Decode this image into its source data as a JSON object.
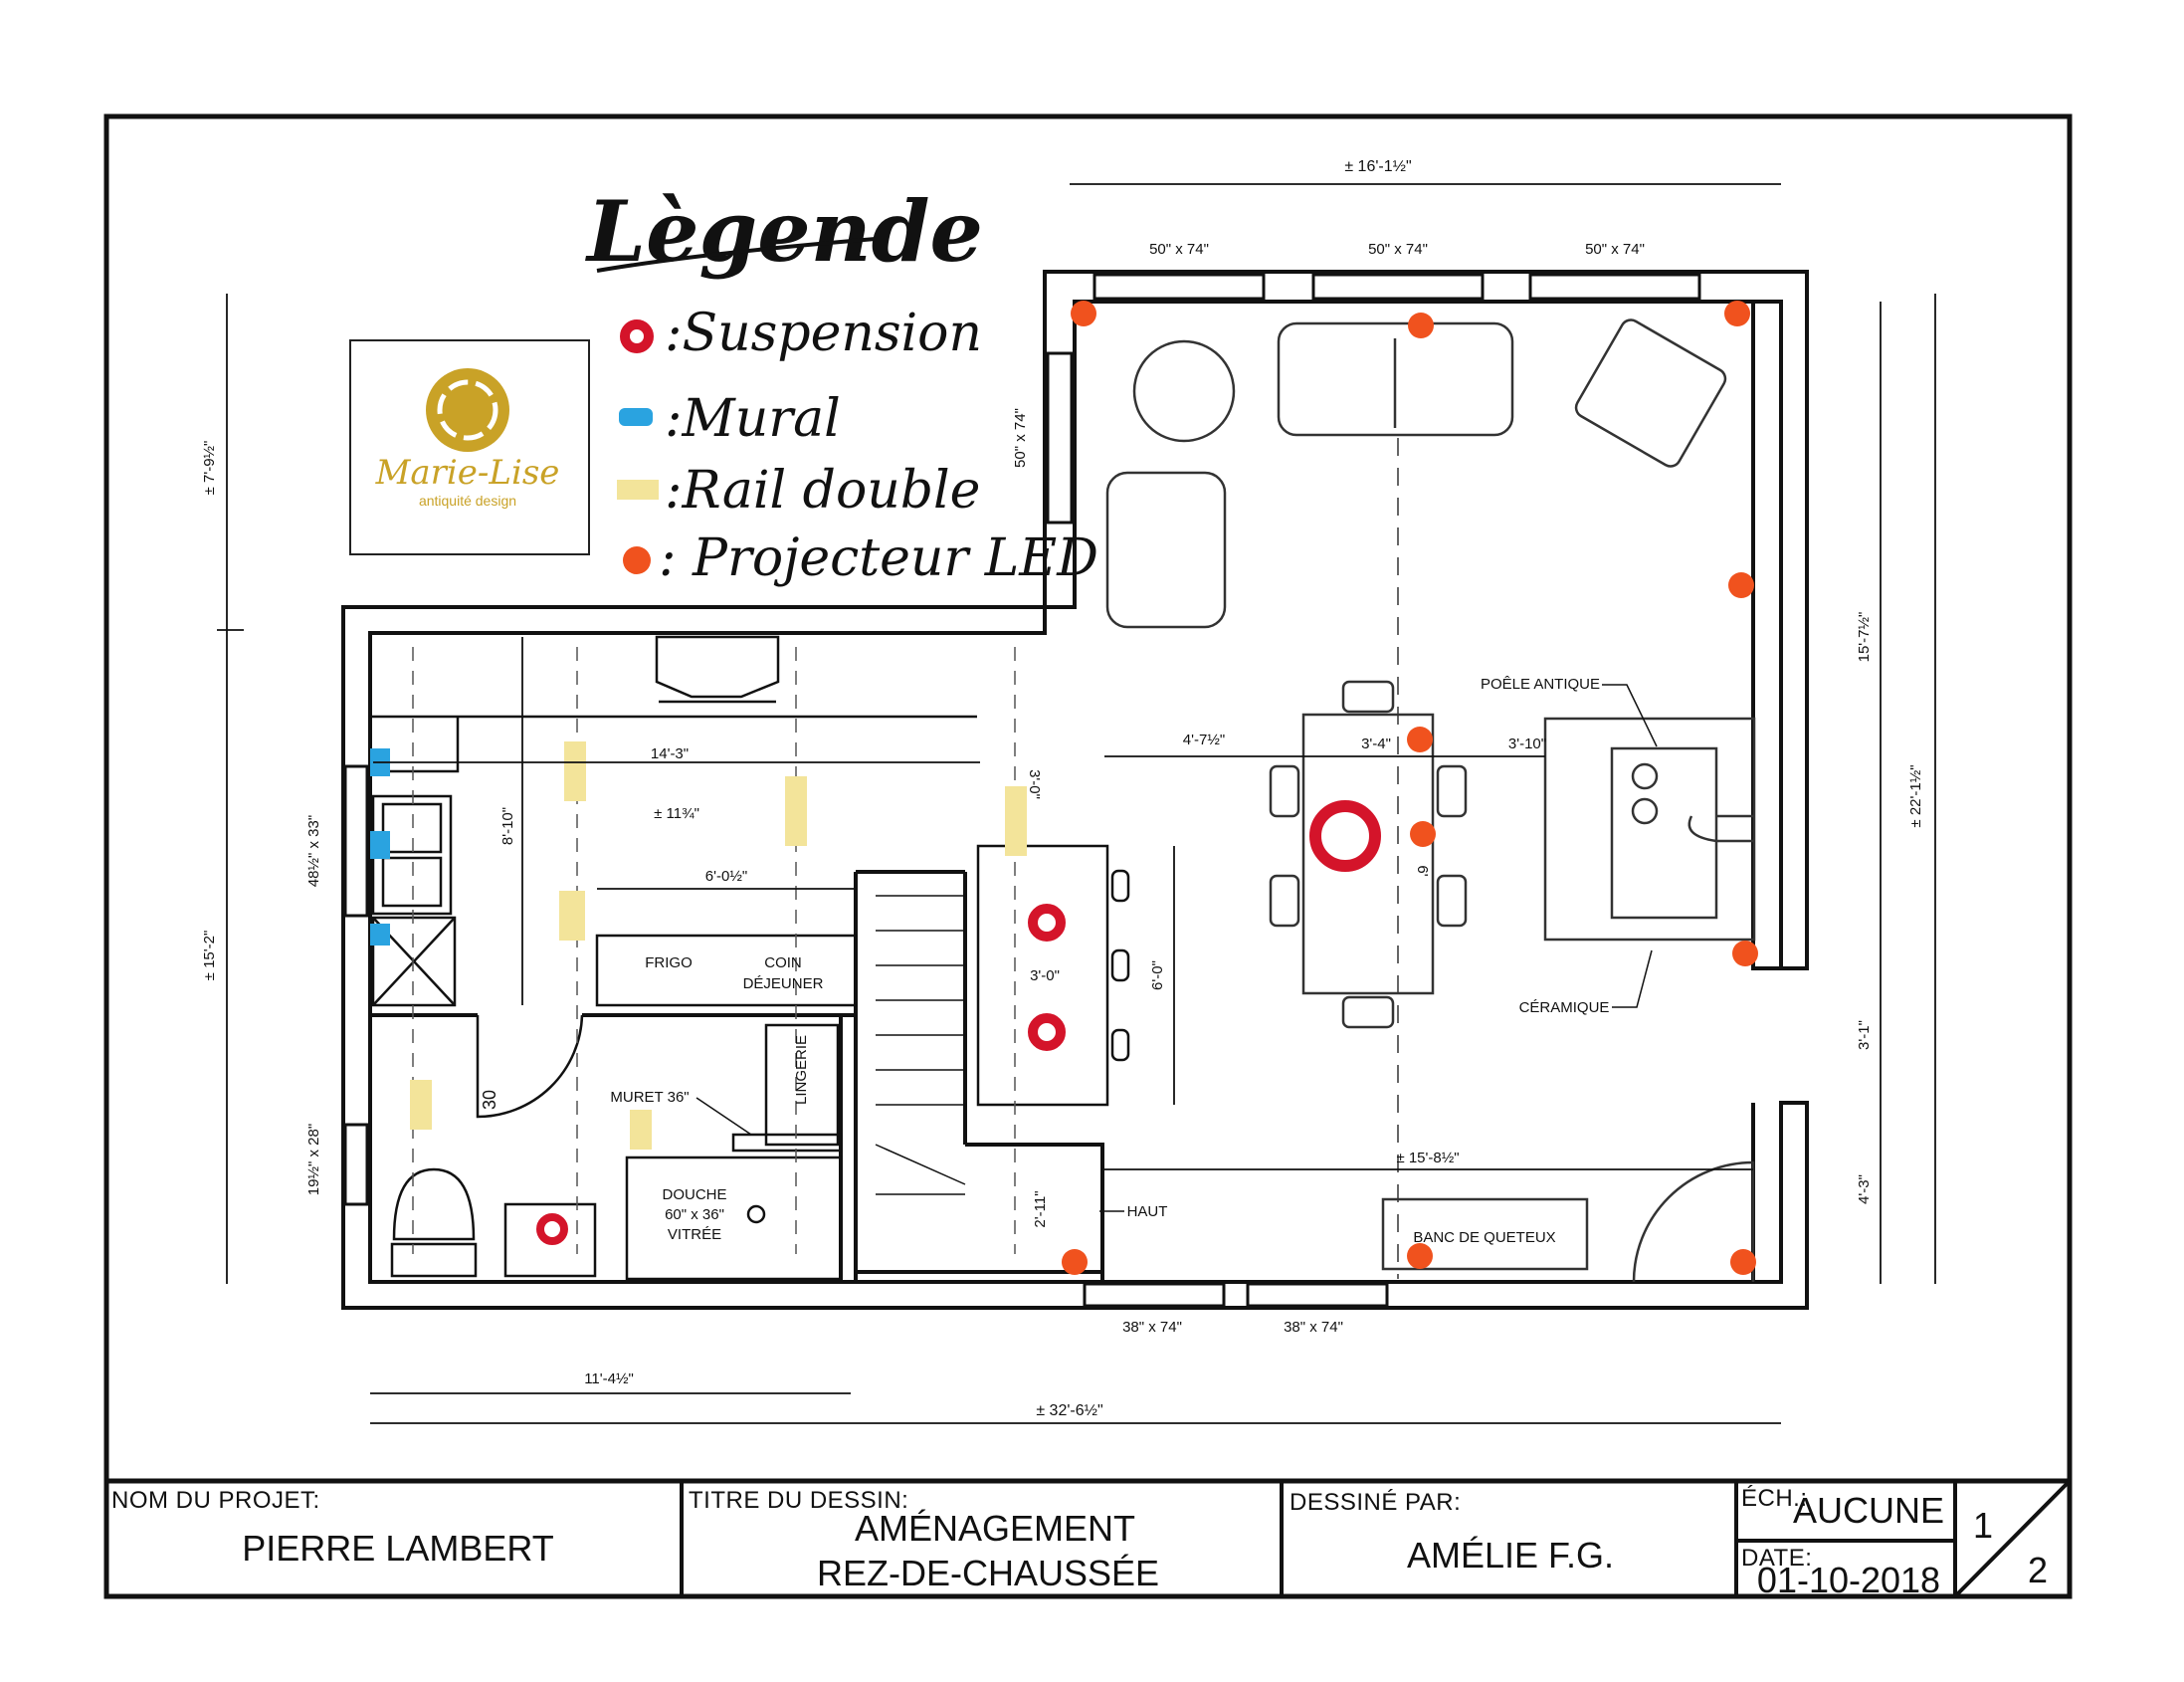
{
  "legend": {
    "title": "Lègende",
    "items": [
      {
        "label": ":Suspension",
        "color": "#d4142a",
        "symbol": "red-ring"
      },
      {
        "label": ":Mural",
        "color": "#2aa3e0",
        "symbol": "blue-swatch"
      },
      {
        "label": ":Rail double",
        "color": "#f3e49a",
        "symbol": "yellow-swatch"
      },
      {
        "label": ": Projecteur LED",
        "color": "#f0521e",
        "symbol": "orange-dot"
      }
    ]
  },
  "logo": {
    "brand": "Marie-Lise",
    "tagline": "antiquité design",
    "color": "#c9a227"
  },
  "dimensions": {
    "top_total": "± 16'-1½\"",
    "left_upper": "± 7'-9½\"",
    "left_lower": "± 15'-2\"",
    "right_upper": "15'-7½\"",
    "right_total": "± 22'-1½\"",
    "right_mid": "3'-1\"",
    "right_lower": "4'-3\"",
    "kitchen_width": "14'-3\"",
    "kitchen_depth": "8'-10\"",
    "island_gap": "± 11¾\"",
    "counter_len": "6'-0½\"",
    "stair_w": "3'-0\"",
    "island_w": "3'-0\"",
    "island_len": "6'-0\"",
    "dining_left": "4'-7½\"",
    "dining_table": "3'-4\"",
    "dining_right": "3'-10\"",
    "dining_len": "6'",
    "hall_len": "± 15'-8½\"",
    "hall_depth": "2'-11\"",
    "bath_w": "11'-4½\"",
    "bottom_total": "± 32'-6½\"",
    "door_30": "30"
  },
  "windows": {
    "top": [
      "50\" x 74\"",
      "50\" x 74\"",
      "50\" x 74\""
    ],
    "left_upper": "50\" x 74\"",
    "bottom": [
      "38\" x 74\"",
      "38\" x 74\""
    ],
    "left_lower_1": "48½\" x 33\"",
    "left_lower_2": "19½\" x 28\""
  },
  "labels": {
    "fridge": "FRIGO",
    "nook_1": "COIN",
    "nook_2": "DÉJEUNER",
    "laundry": "LINGERIE",
    "half_wall": "MURET 36\"",
    "shower_1": "DOUCHE",
    "shower_2": "60\" x 36\"",
    "shower_3": "VITRÉE",
    "up": "HAUT",
    "bench": "BANC DE QUETEUX",
    "stove": "POÊLE ANTIQUE",
    "ceramic": "CÉRAMIQUE"
  },
  "title_block": {
    "project_label": "NOM DU PROJET:",
    "project_value": "PIERRE LAMBERT",
    "drawing_label": "TITRE DU DESSIN:",
    "drawing_value_1": "AMÉNAGEMENT",
    "drawing_value_2": "REZ-DE-CHAUSSÉE",
    "drawn_label": "DESSINÉ PAR:",
    "drawn_value": "AMÉLIE F.G.",
    "scale_label": "ÉCH.:",
    "scale_value": "AUCUNE",
    "date_label": "DATE:",
    "date_value": "01-10-2018",
    "sheet_num": "1",
    "sheet_total": "2"
  },
  "colors": {
    "wall": "#111111",
    "suspension": "#d4142a",
    "mural": "#2aa3e0",
    "rail": "#f3e49a",
    "led": "#f0521e"
  }
}
